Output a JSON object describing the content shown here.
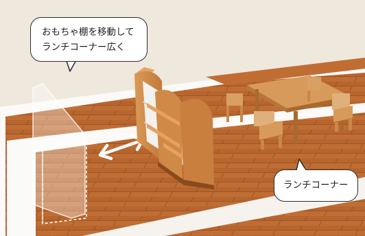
{
  "callouts": {
    "move_shelf": {
      "line1": "おもちゃ棚を移動して",
      "line2": "ランチコーナー広く"
    },
    "lunch_corner": {
      "label": "ランチコーナー"
    }
  }
}
